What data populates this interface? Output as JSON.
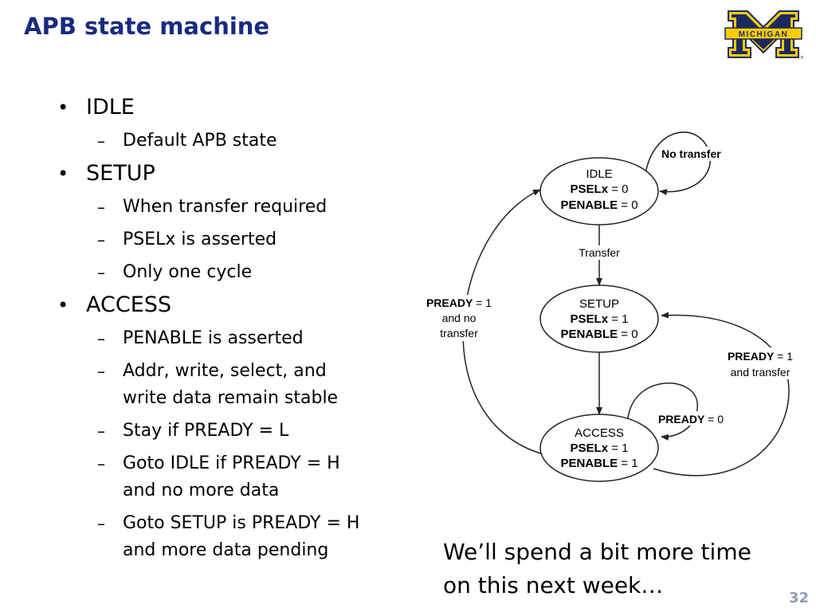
{
  "slide": {
    "title": "APB state machine",
    "page_number": "32",
    "note": "We’ll spend a bit more time\non this next week…"
  },
  "logo": {
    "text": "MICHIGAN",
    "colors": {
      "maize": "#ffcb05",
      "blue": "#1a2a5e"
    }
  },
  "bullets": [
    {
      "label": "IDLE",
      "subs": [
        "Default APB state"
      ]
    },
    {
      "label": "SETUP",
      "subs": [
        "When transfer required",
        "PSELx is asserted",
        "Only one cycle"
      ]
    },
    {
      "label": "ACCESS",
      "subs": [
        "PENABLE is asserted",
        "Addr, write, select, and\nwrite data remain stable",
        "Stay if PREADY = L",
        "Goto IDLE if PREADY = H\nand no more data",
        "Goto SETUP is PREADY = H\nand more data pending"
      ]
    }
  ],
  "diagram": {
    "states": [
      {
        "name": "IDLE",
        "psel_key": "PSELx",
        "psel_val": " = 0",
        "pen_key": "PENABLE",
        "pen_val": " = 0"
      },
      {
        "name": "SETUP",
        "psel_key": "PSELx",
        "psel_val": " = 1",
        "pen_key": "PENABLE",
        "pen_val": " = 0"
      },
      {
        "name": "ACCESS",
        "psel_key": "PSELx",
        "psel_val": " = 1",
        "pen_key": "PENABLE",
        "pen_val": " = 1"
      }
    ],
    "transitions": {
      "no_transfer": "No transfer",
      "transfer": "Transfer",
      "pready_key": "PREADY",
      "pready0_val": " = 0",
      "pready1_val": " = 1",
      "no_transfer_l2": "and  no",
      "no_transfer_l3": "transfer",
      "and_transfer": "and transfer"
    }
  }
}
